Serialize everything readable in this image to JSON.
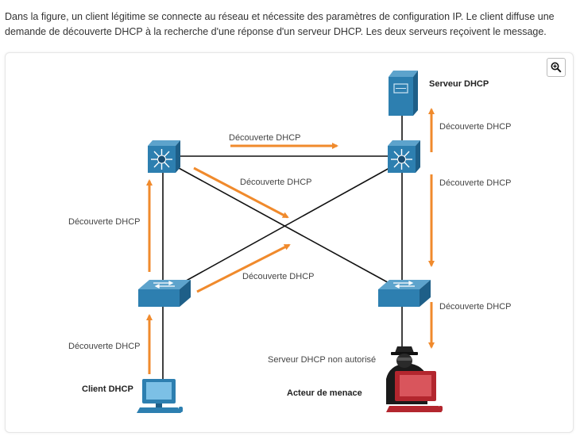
{
  "intro_text": "Dans la figure, un client légitime se connecte au réseau et nécessite des paramètres de configuration IP. Le client diffuse une demande de découverte DHCP à la recherche d'une réponse d'un serveur DHCP. Les deux serveurs reçoivent le message.",
  "zoom_icon": "zoom-in-icon",
  "colors": {
    "arrow": "#f08a2c",
    "device_blue": "#2d7fb0",
    "threat_red": "#b3262e"
  },
  "labels": {
    "dhcp_server": "Serveur DHCP",
    "rogue_server": "Serveur DHCP non autorisé",
    "threat_actor": "Acteur de menace",
    "dhcp_client": "Client DHCP",
    "discover_top": "Découverte DHCP",
    "discover_diag_mid": "Découverte DHCP",
    "discover_diag_low": "Découverte DHCP",
    "discover_left_up": "Découverte DHCP",
    "discover_left_low": "Découverte DHCP",
    "discover_right_server": "Découverte DHCP",
    "discover_right_mid": "Découverte DHCP",
    "discover_right_low": "Découverte DHCP"
  }
}
